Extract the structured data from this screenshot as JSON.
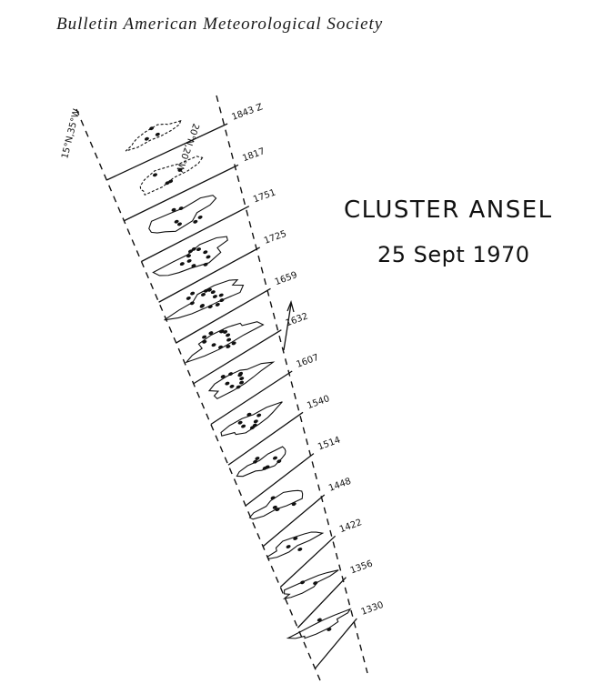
{
  "header": {
    "journal": "Bulletin American Meteorological Society"
  },
  "figure": {
    "title": "CLUSTER ANSEL",
    "date": "25 Sept 1970",
    "lat_label": "15°N,35°W",
    "lon_label": "20°N,20°W",
    "times": [
      "1843 Z",
      "1817",
      "1751",
      "1725",
      "1659",
      "1632",
      "1607",
      "1540",
      "1514",
      "1448",
      "1422",
      "1356",
      "1330"
    ]
  }
}
